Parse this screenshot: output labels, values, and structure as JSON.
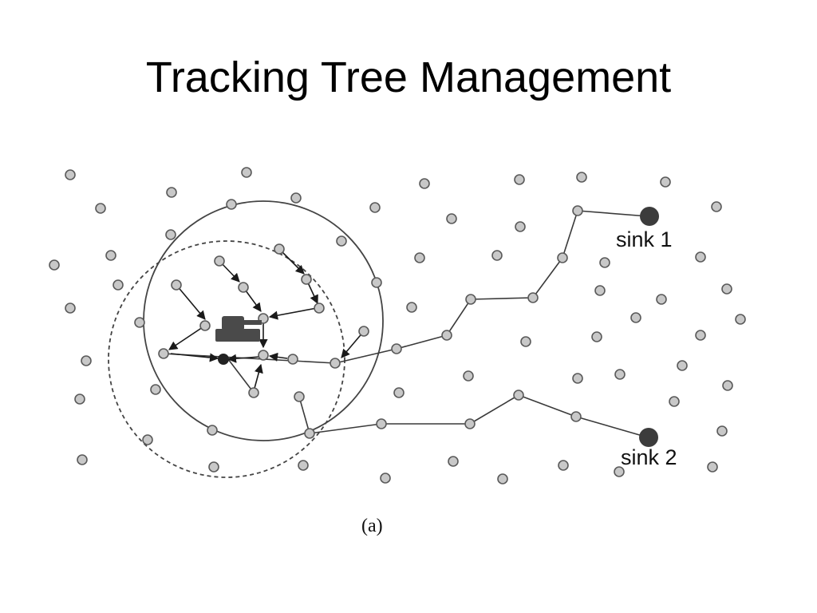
{
  "slide": {
    "title": "Tracking Tree Management"
  },
  "diagram": {
    "caption": "(a)",
    "sinks": [
      {
        "id": "sink1",
        "label": "sink 1"
      },
      {
        "id": "sink2",
        "label": "sink 2"
      }
    ],
    "colors": {
      "sensor_fill": "#c8c8c8",
      "sensor_stroke": "#5a5a5a",
      "sink_fill": "#3c3c3c",
      "line": "#3a3a3a",
      "target": "#4a4a4a"
    }
  }
}
